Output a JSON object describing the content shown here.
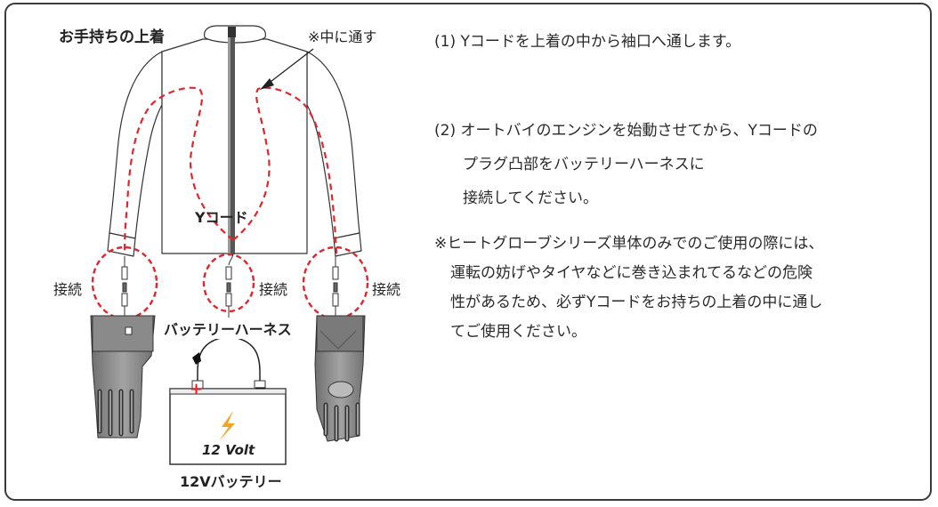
{
  "diagram": {
    "jacket_label": "お手持ちの上着",
    "through_note": "※中に通す",
    "ycord_label": "Yコード",
    "connect_left": "接続",
    "connect_center": "接続",
    "connect_right": "接続",
    "harness_label": "バッテリーハーネス",
    "battery_voltage": "12 Volt",
    "battery_label": "12Vバッテリー",
    "plus_sign": "+",
    "minus_sign": "−"
  },
  "instructions": {
    "step1": "(1) Yコードを上着の中から袖口へ通します。",
    "step2_line1": "(2) オートバイのエンジンを始動させてから、Yコードの",
    "step2_line2": "プラグ凸部をバッテリーハーネスに",
    "step2_line3": "接続してください。",
    "note_line1": "※ヒートグローブシリーズ単体のみでのご使用の際には、",
    "note_line2": "運転の妨げやタイヤなどに巻き込まれてるなどの危険",
    "note_line3": "性があるため、必ずYコードをお持ちの上着の中に通し",
    "note_line4": "てご使用ください。"
  },
  "colors": {
    "cord_dashed": "#e0262c",
    "outline": "#333333",
    "glove_fill": "#8c8c8c",
    "battery_bolt": "#f2a51c"
  }
}
